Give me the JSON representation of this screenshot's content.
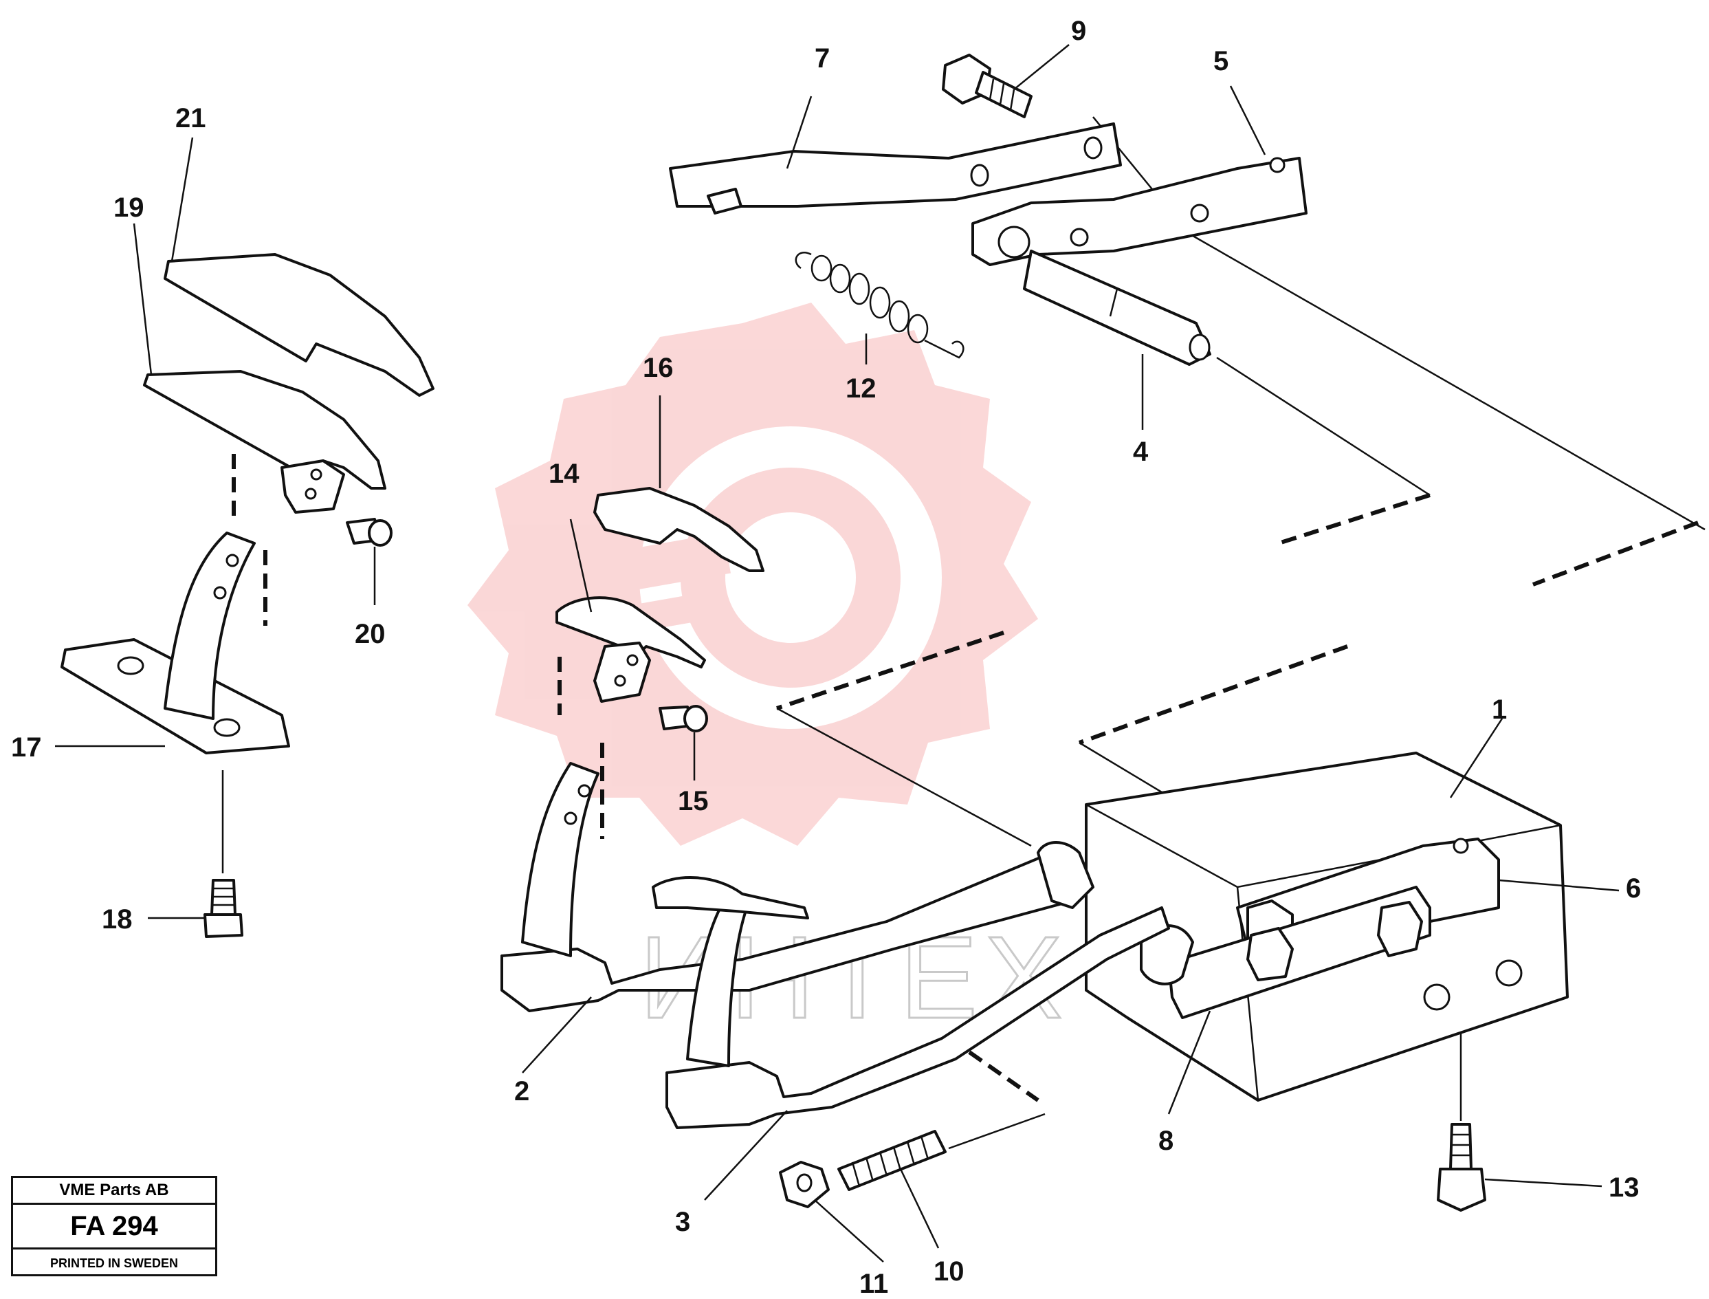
{
  "callouts": [
    {
      "id": "1",
      "label": "1"
    },
    {
      "id": "2",
      "label": "2"
    },
    {
      "id": "3",
      "label": "3"
    },
    {
      "id": "4",
      "label": "4"
    },
    {
      "id": "5",
      "label": "5"
    },
    {
      "id": "6",
      "label": "6"
    },
    {
      "id": "7",
      "label": "7"
    },
    {
      "id": "8",
      "label": "8"
    },
    {
      "id": "9",
      "label": "9"
    },
    {
      "id": "10",
      "label": "10"
    },
    {
      "id": "11",
      "label": "11"
    },
    {
      "id": "12",
      "label": "12"
    },
    {
      "id": "13",
      "label": "13"
    },
    {
      "id": "14",
      "label": "14"
    },
    {
      "id": "15",
      "label": "15"
    },
    {
      "id": "16",
      "label": "16"
    },
    {
      "id": "17",
      "label": "17"
    },
    {
      "id": "18",
      "label": "18"
    },
    {
      "id": "19",
      "label": "19"
    },
    {
      "id": "20",
      "label": "20"
    },
    {
      "id": "21",
      "label": "21"
    }
  ],
  "title_block": {
    "company": "VME Parts AB",
    "drawing_no": "FA 294",
    "printed": "PRINTED IN SWEDEN"
  },
  "watermark": {
    "text": "ИНТЕХ",
    "gear_color": "#f6a8a8"
  }
}
